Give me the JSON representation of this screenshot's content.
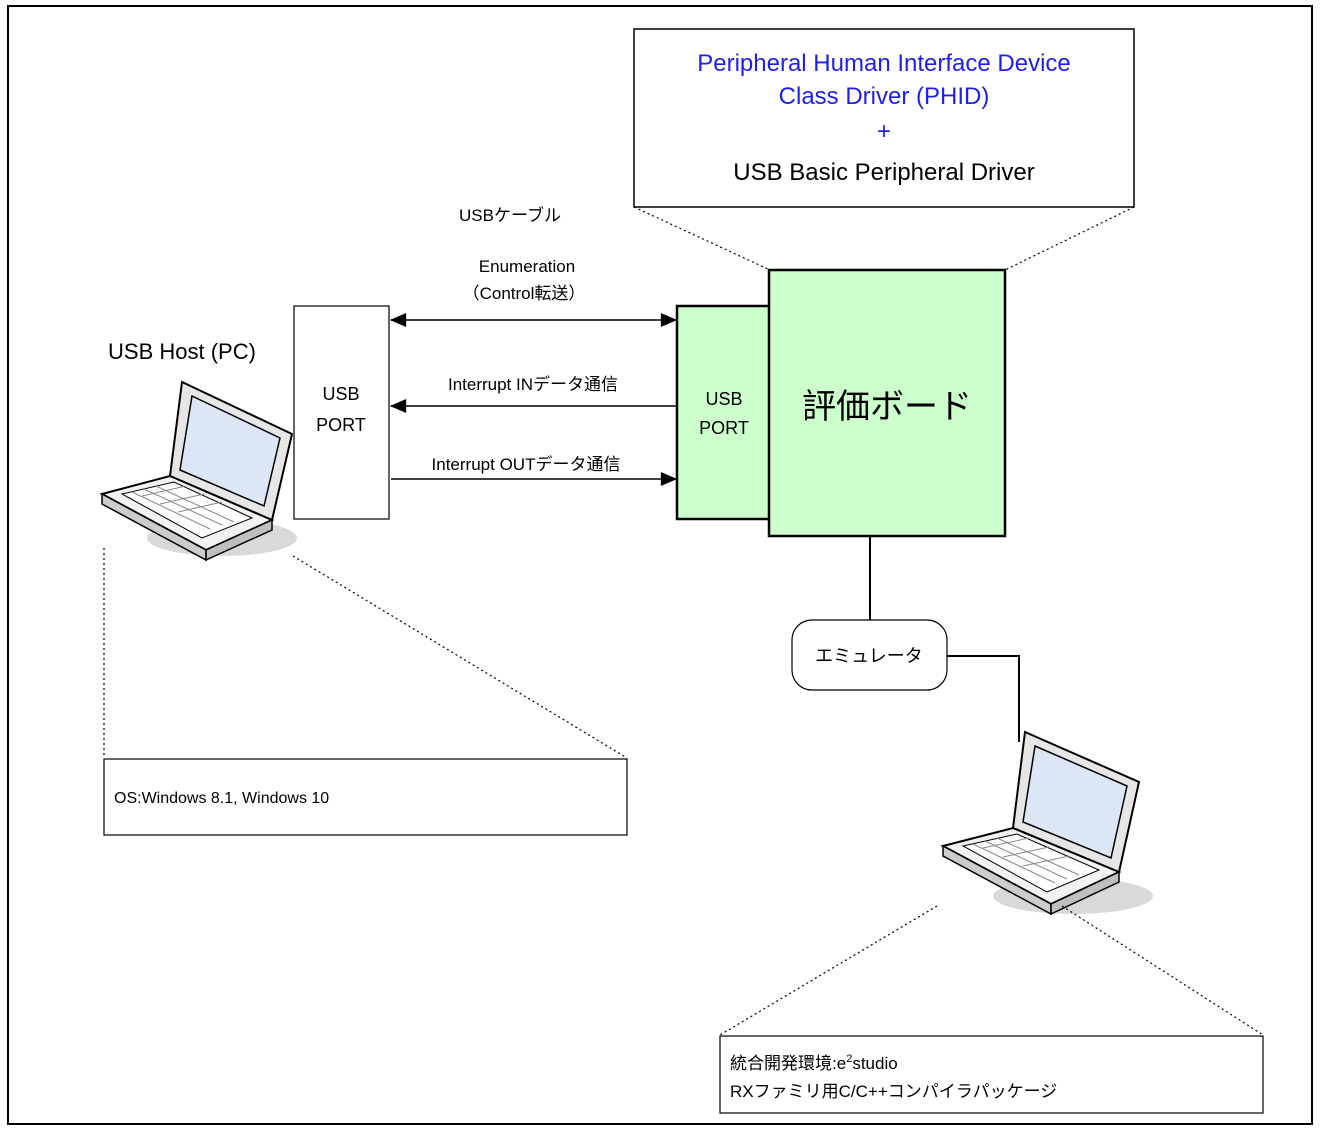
{
  "driver_box": {
    "line1": "Peripheral Human Interface Device",
    "line2": "Class Driver (PHID)",
    "plus": "+",
    "line3": "USB Basic Peripheral Driver"
  },
  "cable_label": "USBケーブル",
  "enumeration": {
    "line1": "Enumeration",
    "line2": "（Control転送）"
  },
  "interrupt_in_label": "Interrupt INデータ通信",
  "interrupt_out_label": "Interrupt OUTデータ通信",
  "host": {
    "title": "USB Host (PC)",
    "port_line1": "USB",
    "port_line2": "PORT",
    "os_text": "OS:Windows 8.1, Windows 10"
  },
  "board": {
    "port_line1": "USB",
    "port_line2": "PORT",
    "label": "評価ボード"
  },
  "emulator_label": "エミュレータ",
  "dev_env": {
    "ide_prefix": "統合開発環境:e",
    "ide_sup": "2",
    "ide_suffix": "studio",
    "compiler": "RXファミリ用C/C++コンパイラパッケージ"
  },
  "colors": {
    "board_fill": "#ccffcc",
    "driver_title_blue": "#1f1fe6",
    "laptop_screen": "#dce6f5",
    "laptop_shadow": "#d9d9d9"
  },
  "icons": [
    "laptop-icon",
    "laptop-icon"
  ]
}
